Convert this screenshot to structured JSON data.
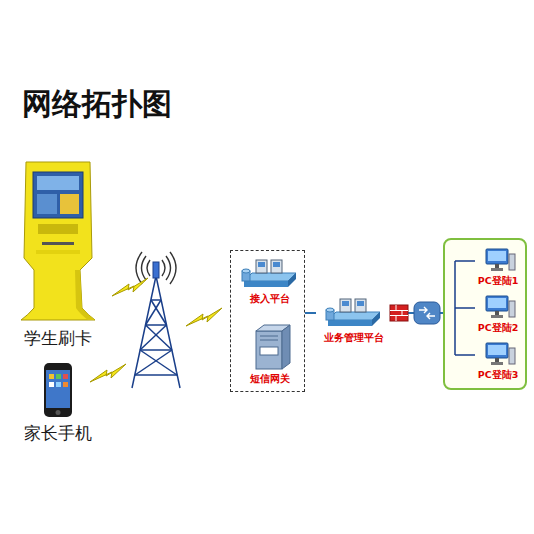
{
  "diagram": {
    "title": "网络拓扑图",
    "nodes": [
      {
        "text": [
          "学生刷卡"
        ]
      },
      {
        "text": [
          "家长手机"
        ]
      },
      {
        "text": []
      },
      {
        "text": [
          "接入平台"
        ],
        "in": 2
      },
      {
        "text": [
          "短信网关"
        ],
        "in": 2
      },
      {
        "text": [
          "业务管理平台"
        ]
      },
      {
        "text": []
      },
      {
        "text": [
          "PC登陆1"
        ],
        "in": 6
      },
      {
        "text": [
          "PC登陆2"
        ],
        "in": 6
      },
      {
        "text": [
          "PC登陆3"
        ],
        "in": 6
      }
    ],
    "edges": [
      {
        "from": 2,
        "to": 5,
        "arrow": "none"
      },
      {
        "from": 5,
        "to": 6,
        "arrow": "none"
      }
    ]
  }
}
